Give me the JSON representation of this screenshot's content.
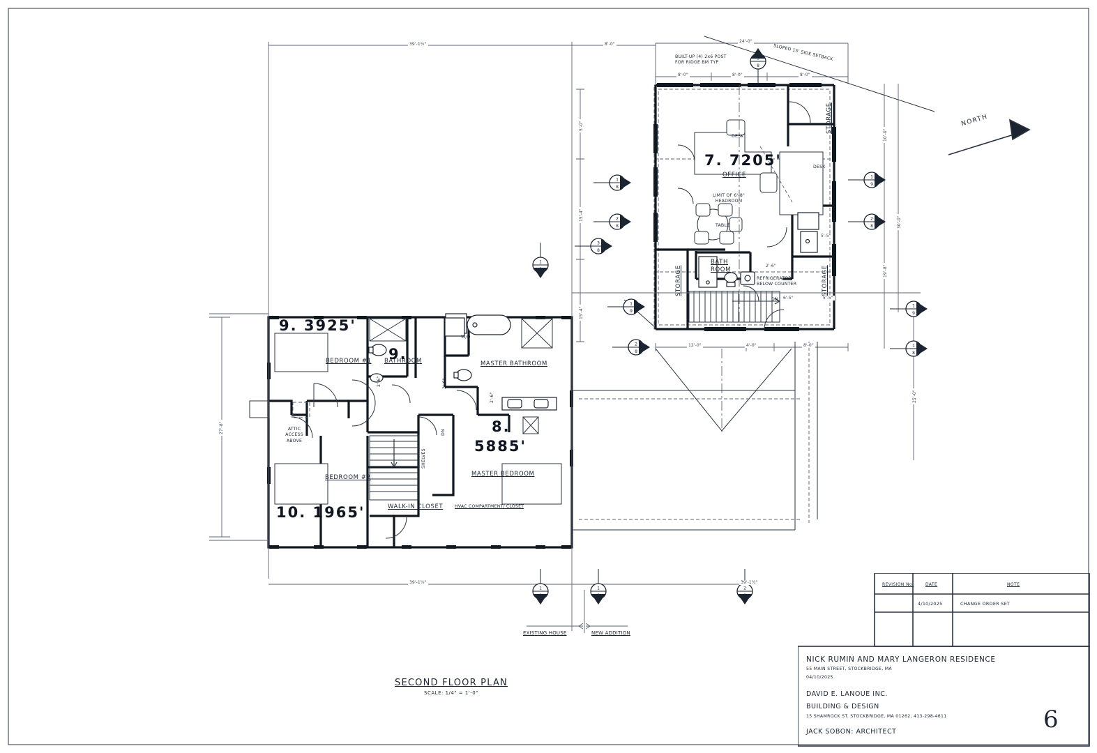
{
  "sheet": {
    "plan_title": "SECOND FLOOR PLAN",
    "plan_scale": "SCALE: 1/4\" = 1'-0\"",
    "north_label": "NORTH",
    "existing_label": "EXISTING HOUSE",
    "addition_label": "NEW ADDITION",
    "sheet_number": "6"
  },
  "titleblock": {
    "revision_headers": [
      "REVISION No.",
      "DATE",
      "NOTE"
    ],
    "revisions": [
      {
        "no": "",
        "date": "4/10/2025",
        "note": "CHANGE ORDER SET"
      }
    ],
    "project_name": "NICK RUMIN AND MARY LANGERON RESIDENCE",
    "project_address": "55 MAIN STREET, STOCKBRIDGE, MA",
    "project_date": "04/10/2025",
    "firm_name": "DAVID E. LANOUE INC.",
    "firm_tagline": "BUILDING & DESIGN",
    "firm_address": "15 SHAMROCK ST. STOCKBRIDGE, MA 01262, 413-298-4611",
    "architect": "JACK SOBON: ARCHITECT"
  },
  "existing_plan": {
    "rooms": [
      {
        "label": "BEDROOM #1"
      },
      {
        "label": "BATHROOM"
      },
      {
        "label": "MASTER BATHROOM"
      },
      {
        "label": "BEDROOM #2"
      },
      {
        "label": "MASTER BEDROOM"
      },
      {
        "label": "WALK-IN CLOSET"
      }
    ],
    "notes": [
      {
        "text": "ATTIC ACCESS ABOVE"
      },
      {
        "text": "HVAC COMPARTMENT/ CLOSET"
      },
      {
        "text": "SHELVES"
      },
      {
        "text": "W/D"
      },
      {
        "text": "DN"
      }
    ],
    "door_dims": [
      "2'-6\"",
      "2'-6\"",
      "2'-6\"",
      "2'-6\""
    ],
    "handwritten": [
      {
        "text": "9.  3925'"
      },
      {
        "text": "9."
      },
      {
        "text": "8."
      },
      {
        "text": "5885'"
      },
      {
        "text": "10.  1965'"
      }
    ],
    "dimensions": {
      "top": "39'-1½\"",
      "bottom": "39'-1½\"",
      "left": "27'-8\""
    }
  },
  "addition_plan": {
    "rooms": [
      {
        "label": "OFFICE"
      },
      {
        "label": "STORAGE"
      },
      {
        "label": "STORAGE"
      },
      {
        "label": "STORAGE"
      },
      {
        "label": "BATH ROOM"
      }
    ],
    "notes": [
      {
        "text": "BUILT-UP (4) 2x6 POST FOR RIDGE BM TYP"
      },
      {
        "text": "SLOPED 15' SIDE SETBACK"
      },
      {
        "text": "LIMIT OF 6'-8\" HEADROOM"
      },
      {
        "text": "REFRIGERATOR BELOW COUNTER"
      },
      {
        "text": "DESK"
      },
      {
        "text": "DESK"
      },
      {
        "text": "TABLE"
      },
      {
        "text": "DN"
      }
    ],
    "handwritten": [
      {
        "text": "7.  7205'"
      }
    ],
    "dimensions": {
      "top_overall": "24'-0\"",
      "top_bays": [
        "8'-0\"",
        "8'-0\"",
        "8'-0\""
      ],
      "top_offset": "8'-0\"",
      "bottom_bays": [
        "12'-0\"",
        "4'-0\"",
        "8'-0\""
      ],
      "right_overall": "30'-0\"",
      "right_parts": [
        "10'-0\"",
        "19'-8\""
      ],
      "left_parts": [
        "5'-0\"",
        "15'-4\"",
        "15'-4\""
      ],
      "lower_right": "25'-0\"",
      "small": [
        "2'-6\"",
        "2'-6\"",
        "2'-6\"",
        "3'-0\"",
        "5'-0\"",
        "5'-5\"",
        "6'-5\"",
        "8'-0\"",
        "5'-5\""
      ]
    }
  },
  "section_markers": [
    {
      "top": "1",
      "bottom": "8"
    },
    {
      "top": "2",
      "bottom": "8"
    },
    {
      "top": "3",
      "bottom": "8"
    },
    {
      "top": "1",
      "bottom": "9"
    },
    {
      "top": "2",
      "bottom": "8"
    },
    {
      "top": "3",
      "bottom": "8"
    },
    {
      "top": "1",
      "bottom": "9"
    },
    {
      "top": "2",
      "bottom": "8"
    },
    {
      "top": "1",
      "bottom": "9"
    },
    {
      "top": "1",
      "bottom": "8"
    },
    {
      "top": "1",
      "bottom": "8"
    },
    {
      "top": "1",
      "bottom": "8"
    }
  ],
  "colors": {
    "ink": "#1b2430",
    "wall": "#101820",
    "dim": "#5a6270",
    "paper": "#ffffff"
  }
}
